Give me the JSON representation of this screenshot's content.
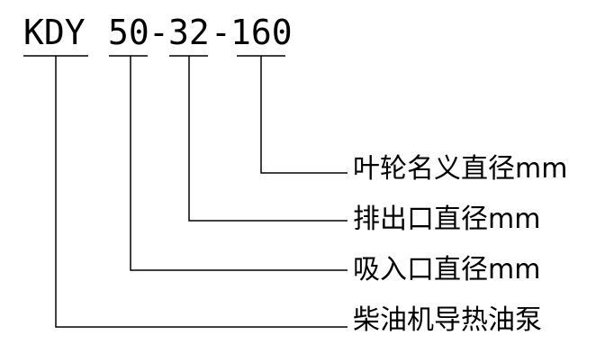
{
  "model_code": {
    "model": "KDY",
    "inlet": "50",
    "separator_1": "-",
    "outlet": "32",
    "separator_2": "-",
    "impeller": "160"
  },
  "labels": {
    "impeller_diameter": "叶轮名义直径mm",
    "outlet_diameter": "排出口直径mm",
    "inlet_diameter": "吸入口直径mm",
    "pump_type": "柴油机导热油泵"
  }
}
